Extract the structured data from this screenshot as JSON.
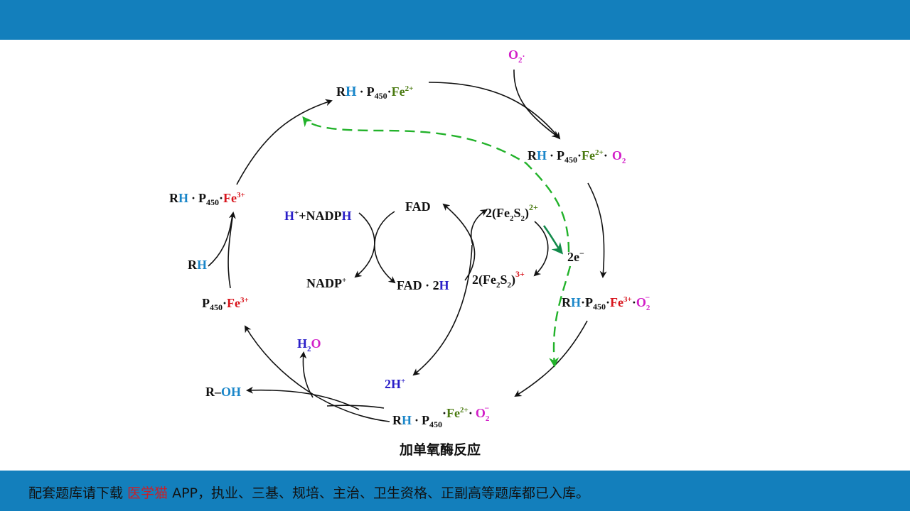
{
  "colors": {
    "bar": "#137fbc",
    "brand": "#c8202a",
    "blue": "#1a86c9",
    "darkblue": "#2a1fc8",
    "red": "#d8141c",
    "green": "#4a7a10",
    "magenta": "#d21ec8",
    "dashed": "#22b22a"
  },
  "diagram": {
    "caption": "加单氧酶反应",
    "nodes": {
      "top": {
        "r": "R",
        "h": "H",
        "dot": "·",
        "p": "P",
        "p_sub": "450",
        "dot2": "·",
        "fe": "Fe",
        "fe_sup": "2+"
      },
      "o2_top": {
        "o": "O",
        "o_sub": "2",
        "mark": "·"
      },
      "right_upper": {
        "r": "R",
        "h": "H",
        "dot": "·",
        "p": "P",
        "p_sub": "450",
        "dot2": "·",
        "fe": "Fe",
        "fe_sup": "2+",
        "dot3": "·",
        "o": "O",
        "o_sub": "2"
      },
      "right_lower": {
        "r": "R",
        "h": "H",
        "dot": "·",
        "p": "P",
        "p_sub": "450",
        "dot2": "·",
        "fe": "Fe",
        "fe_sup": "3+",
        "dot3": "·",
        "o": "O",
        "o_sub": "2",
        "o_sup": "−"
      },
      "bottom": {
        "r": "R",
        "h": "H",
        "dot": "·",
        "p": "P",
        "p_sub": "450",
        "dot2": "·",
        "fe": "Fe",
        "fe_sup": "2+",
        "dot3": "·",
        "o": "O",
        "o_sub": "2",
        "o_sup": "−"
      },
      "left_upper": {
        "r": "R",
        "h": "H",
        "dot": "·",
        "p": "P",
        "p_sub": "450",
        "dot2": "·",
        "fe": "Fe",
        "fe_sup": "3+"
      },
      "rh": {
        "r": "R",
        "h": "H"
      },
      "left_lower": {
        "p": "P",
        "p_sub": "450",
        "dot": "·",
        "fe": "Fe",
        "fe_sup": "3+"
      },
      "roh": {
        "r": "R–",
        "oh": "OH"
      },
      "h2o": {
        "h": "H",
        "h_sub": "2",
        "o": "O"
      },
      "two_h_plus": {
        "text": "2H",
        "sup": "+"
      },
      "h_nadph": {
        "h": "H",
        "h_sup": "+",
        "nadp": "+NADP",
        "h2": "H"
      },
      "nadp_plus": {
        "text": "NADP",
        "sup": "+"
      },
      "fad": {
        "text": "FAD"
      },
      "fad_2h": {
        "text": "FAD · 2",
        "h": "H"
      },
      "fe2s2_ox": {
        "pre": "2(Fe",
        "s1": "2",
        "mid": "S",
        "s2": "2",
        "post": ")",
        "sup": "2+"
      },
      "fe2s2_red": {
        "pre": "2(Fe",
        "s1": "2",
        "mid": "S",
        "s2": "2",
        "post": ")",
        "sup": "3+"
      },
      "electrons": {
        "text": "2e",
        "sup": "−"
      }
    }
  },
  "footer": {
    "prefix": "配套题库请下载 ",
    "brand": "医学猫",
    "suffix": " APP，执业、三基、规培、主治、卫生资格、正副高等题库都已入库。"
  }
}
